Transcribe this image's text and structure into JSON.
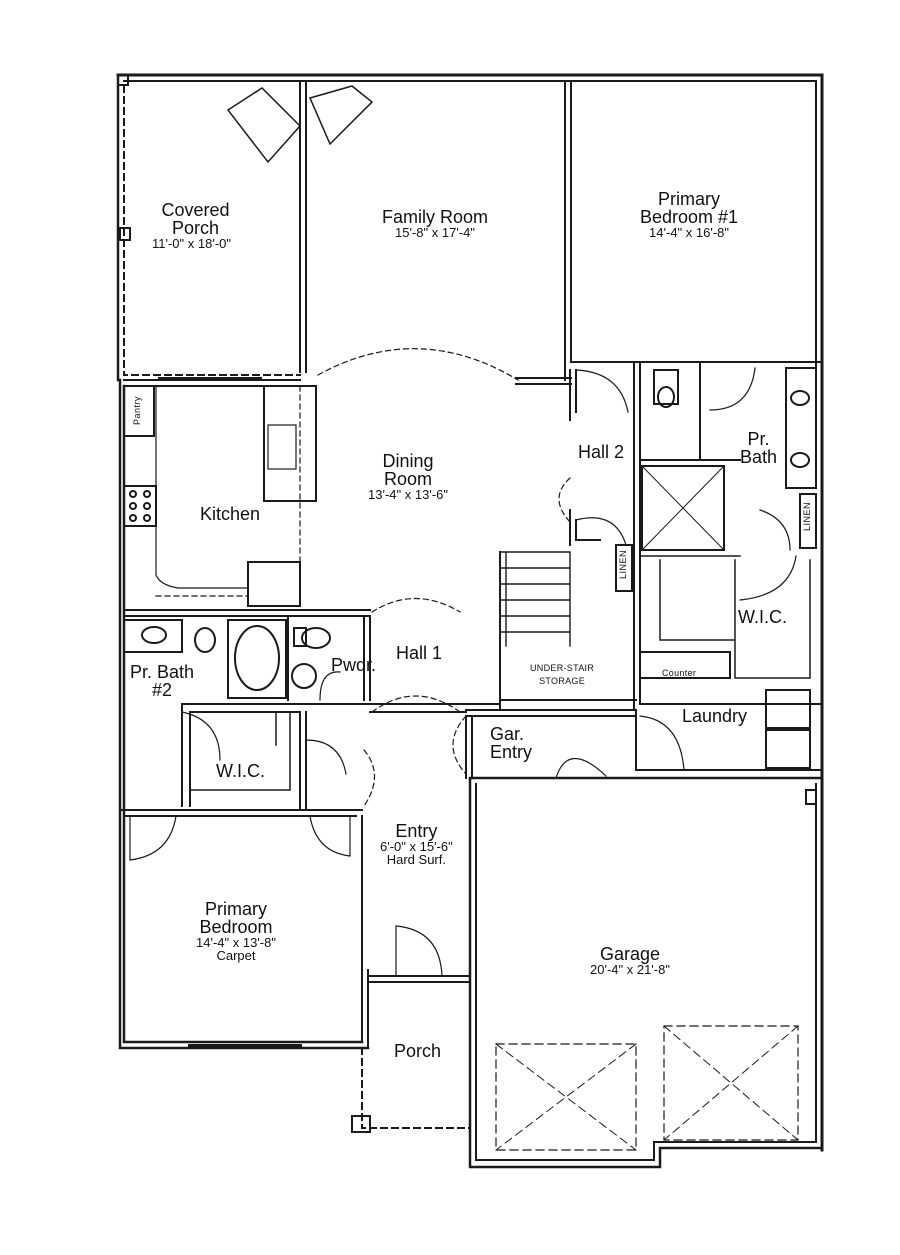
{
  "plan": {
    "rooms": [
      {
        "id": "covered-porch",
        "lines": [
          "Covered",
          "Porch"
        ],
        "dim": "11'-0\" x 18'-0\""
      },
      {
        "id": "family-room",
        "lines": [
          "Family Room"
        ],
        "dim": "15'-8\" x 17'-4\""
      },
      {
        "id": "primary-bedroom-1",
        "lines": [
          "Primary",
          "Bedroom #1"
        ],
        "dim": "14'-4\" x 16'-8\""
      },
      {
        "id": "dining-room",
        "lines": [
          "Dining",
          "Room"
        ],
        "dim": "13'-4\" x 13'-6\""
      },
      {
        "id": "kitchen",
        "lines": [
          "Kitchen"
        ]
      },
      {
        "id": "hall-2",
        "lines": [
          "Hall 2"
        ]
      },
      {
        "id": "pr-bath",
        "lines": [
          "Pr.",
          "Bath"
        ]
      },
      {
        "id": "wic-upper",
        "lines": [
          "W.I.C."
        ]
      },
      {
        "id": "hall-1",
        "lines": [
          "Hall 1"
        ]
      },
      {
        "id": "powder",
        "lines": [
          "Pwdr."
        ]
      },
      {
        "id": "pr-bath-2",
        "lines": [
          "Pr. Bath",
          "#2"
        ]
      },
      {
        "id": "wic-lower",
        "lines": [
          "W.I.C."
        ]
      },
      {
        "id": "laundry",
        "lines": [
          "Laundry"
        ]
      },
      {
        "id": "gar-entry",
        "lines": [
          "Gar.",
          "Entry"
        ]
      },
      {
        "id": "entry",
        "lines": [
          "Entry"
        ],
        "dim": "6'-0\" x 15'-6\"",
        "note": "Hard Surf."
      },
      {
        "id": "primary-bedroom",
        "lines": [
          "Primary",
          "Bedroom"
        ],
        "dim": "14'-4\" x 13'-8\"",
        "note": "Carpet"
      },
      {
        "id": "garage",
        "lines": [
          "Garage"
        ],
        "dim": "20'-4\" x 21'-8\""
      },
      {
        "id": "porch",
        "lines": [
          "Porch"
        ]
      }
    ],
    "small_labels": {
      "pantry": "Pantry",
      "linen_1": "LINEN",
      "linen_2": "LINEN",
      "counter": "Counter",
      "under_stair": [
        "UNDER-STAIR",
        "STORAGE"
      ]
    }
  }
}
